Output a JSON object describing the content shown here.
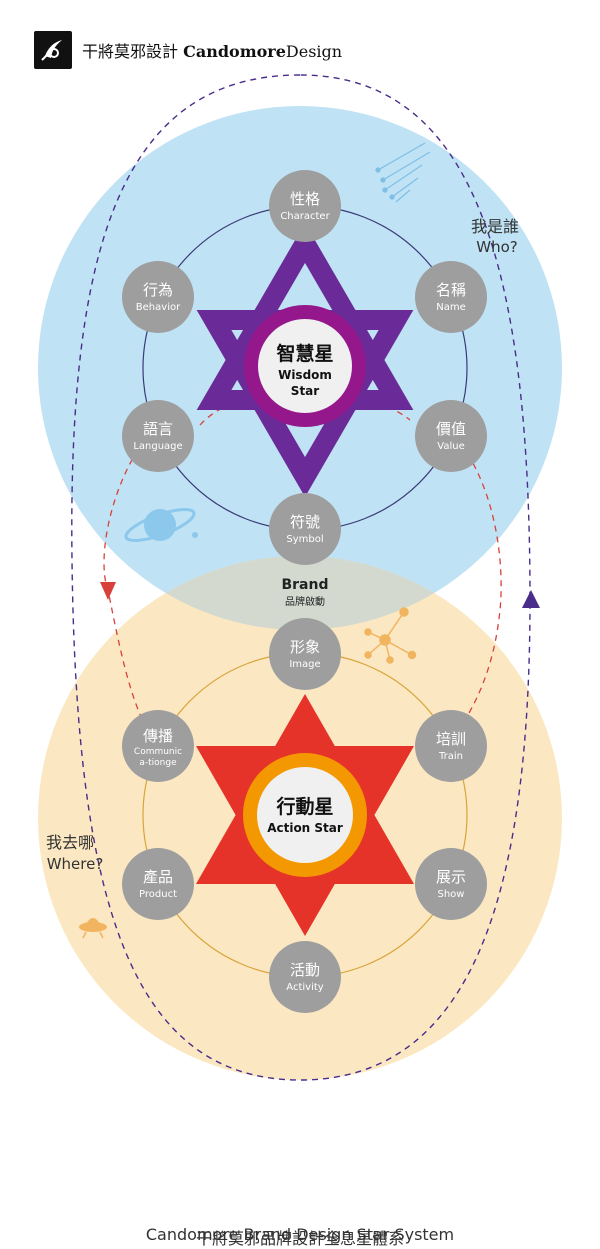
{
  "header": {
    "title_zh": "干將莫邪設計",
    "title_en_bold": "Candomore",
    "title_en": "Design"
  },
  "top": {
    "center_zh": "智慧星",
    "center_en_1": "Wisdom",
    "center_en_2": "Star",
    "nodes": [
      {
        "zh": "性格",
        "en": "Character"
      },
      {
        "zh": "名稱",
        "en": "Name"
      },
      {
        "zh": "價值",
        "en": "Value"
      },
      {
        "zh": "符號",
        "en": "Symbol"
      },
      {
        "zh": "語言",
        "en": "Language"
      },
      {
        "zh": "行為",
        "en": "Behavior"
      }
    ],
    "side_zh": "我是誰",
    "side_en": "Who?"
  },
  "brand": {
    "en": "Brand",
    "zh": "品牌啟動"
  },
  "bottom": {
    "center_zh": "行動星",
    "center_en": "Action Star",
    "nodes": [
      {
        "zh": "形象",
        "en": "Image"
      },
      {
        "zh": "培訓",
        "en": "Train"
      },
      {
        "zh": "展示",
        "en": "Show"
      },
      {
        "zh": "活動",
        "en": "Activity"
      },
      {
        "zh": "產品",
        "en": "Product"
      },
      {
        "zh": "傳播",
        "en": "Communic",
        "en2": "a-tionge"
      }
    ],
    "side_zh": "我去哪",
    "side_en": "Where?"
  },
  "footer": {
    "en": "Candomore Brand Design Star System",
    "zh": "干將莫邪品牌設計全息星體系"
  },
  "colors": {
    "top_circle": "#bfe2f4",
    "bottom_circle": "#fbe8c2",
    "overlap": "#d3d9cf",
    "purple": "#6a2a97",
    "magenta": "#94178b",
    "red": "#e6332a",
    "orange": "#f39800",
    "node_gray": "#9e9e9f"
  }
}
